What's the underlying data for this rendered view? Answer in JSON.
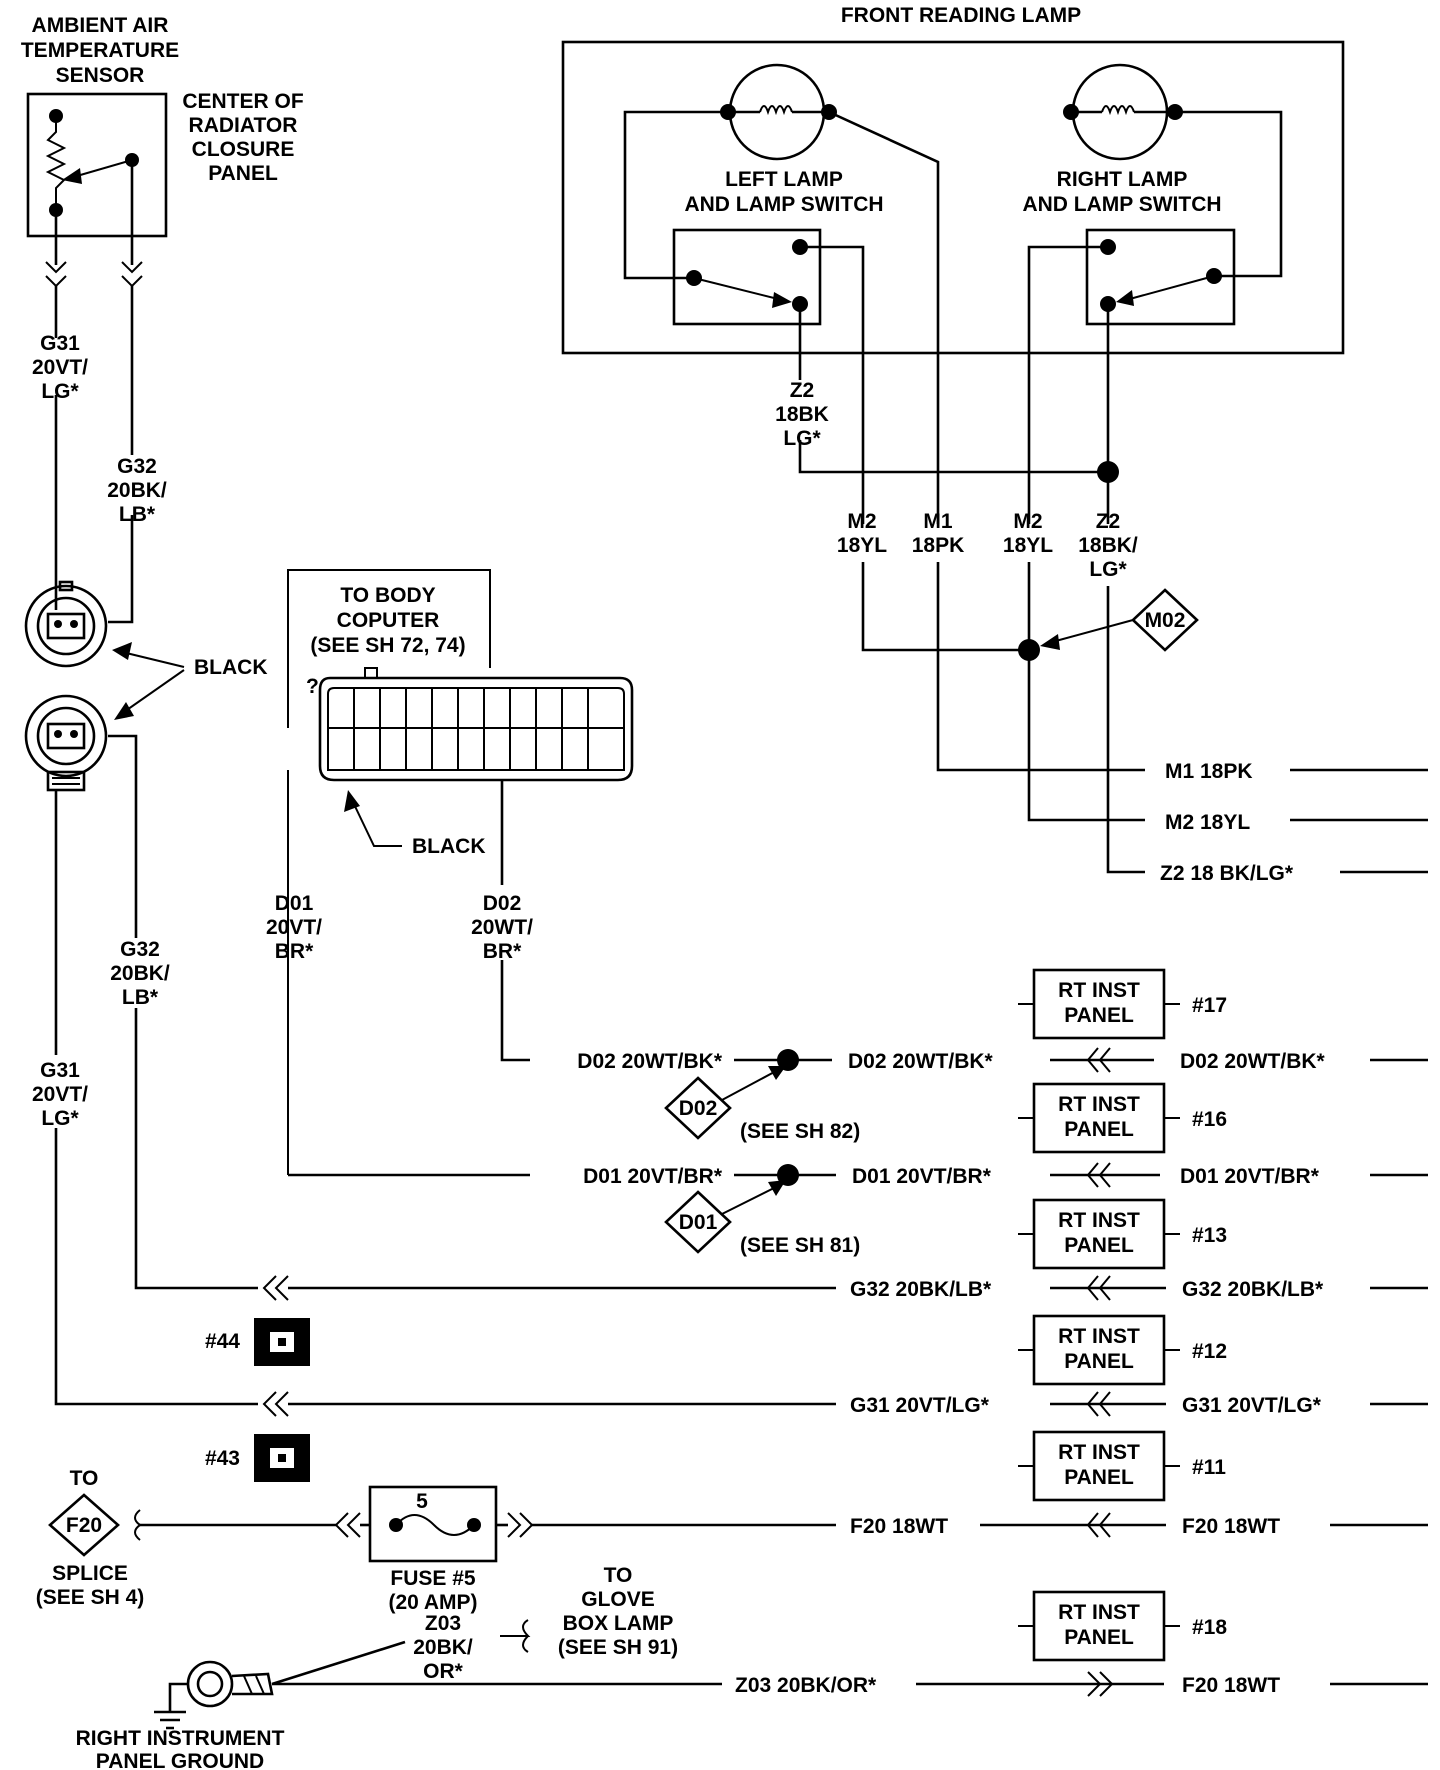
{
  "sensor": {
    "title": [
      "AMBIENT AIR",
      "TEMPERATURE",
      "SENSOR"
    ],
    "location": [
      "CENTER OF",
      "RADIATOR",
      "CLOSURE",
      "PANEL"
    ]
  },
  "reading_lamp": {
    "title": "FRONT READING LAMP",
    "left": [
      "LEFT LAMP",
      "AND LAMP SWITCH"
    ],
    "right": [
      "RIGHT LAMP",
      "AND LAMP SWITCH"
    ]
  },
  "wires_top": {
    "g31": [
      "G31",
      "20VT/",
      "LG*"
    ],
    "g32": [
      "G32",
      "20BK/",
      "LB*"
    ],
    "z2a": [
      "Z2",
      "18BK",
      "LG*"
    ],
    "m2a": [
      "M2",
      "18YL"
    ],
    "m1": [
      "M1",
      "18PK"
    ],
    "m2b": [
      "M2",
      "18YL"
    ],
    "z2b": [
      "Z2",
      "18BK/",
      "LG*"
    ],
    "m02": "M02"
  },
  "connector_black": "BLACK",
  "body_computer": {
    "title": [
      "TO BODY",
      "COPUTER",
      "(SEE SH 72, 74)"
    ],
    "label": "BLACK",
    "question": "?"
  },
  "wires_mid": {
    "d01": [
      "D01",
      "20VT/",
      "BR*"
    ],
    "d02": [
      "D02",
      "20WT/",
      "BR*"
    ],
    "g32": [
      "G32",
      "20BK/",
      "LB*"
    ],
    "g31": [
      "G31",
      "20VT/",
      "LG*"
    ],
    "m1_out": "M1 18PK",
    "m2_out": "M2 18YL",
    "z2_out": "Z2 18 BK/LG*"
  },
  "panels": [
    {
      "line1": "RT INST",
      "line2": "PANEL",
      "num": "#17"
    },
    {
      "line1": "RT INST",
      "line2": "PANEL",
      "num": "#16"
    },
    {
      "line1": "RT INST",
      "line2": "PANEL",
      "num": "#13"
    },
    {
      "line1": "RT INST",
      "line2": "PANEL",
      "num": "#12"
    },
    {
      "line1": "RT INST",
      "line2": "PANEL",
      "num": "#11"
    },
    {
      "line1": "RT INST",
      "line2": "PANEL",
      "num": "#18"
    }
  ],
  "lines": {
    "d02_left": "D02 20WT/BK*",
    "d02_mid": "D02 20WT/BK*",
    "d02_right": "D02 20WT/BK*",
    "d02_splice": "D02",
    "d02_see": "(SEE SH 82)",
    "d01_left": "D01 20VT/BR*",
    "d01_mid": "D01 20VT/BR*",
    "d01_right": "D01 20VT/BR*",
    "d01_splice": "D01",
    "d01_see": "(SEE SH 81)",
    "g32_mid": "G32 20BK/LB*",
    "g32_right": "G32 20BK/LB*",
    "g31_mid": "G31 20VT/LG*",
    "g31_right": "G31 20VT/LG*",
    "f20_mid": "F20 18WT",
    "f20_right": "F20 18WT",
    "z03_mid": "Z03 20BK/OR*",
    "f20_right2": "F20 18WT"
  },
  "grounds": {
    "g44": "#44",
    "g43": "#43"
  },
  "splice_f20": {
    "to": "TO",
    "id": "F20",
    "label": [
      "SPLICE",
      "(SEE SH 4)"
    ]
  },
  "fuse": {
    "number": "5",
    "label": [
      "FUSE #5",
      "(20 AMP)"
    ]
  },
  "z03": [
    "Z03",
    "20BK/",
    "OR*"
  ],
  "glove_box": [
    "TO",
    "GLOVE",
    "BOX LAMP",
    "(SEE SH 91)"
  ],
  "ground_label": [
    "RIGHT INSTRUMENT",
    "PANEL GROUND"
  ]
}
